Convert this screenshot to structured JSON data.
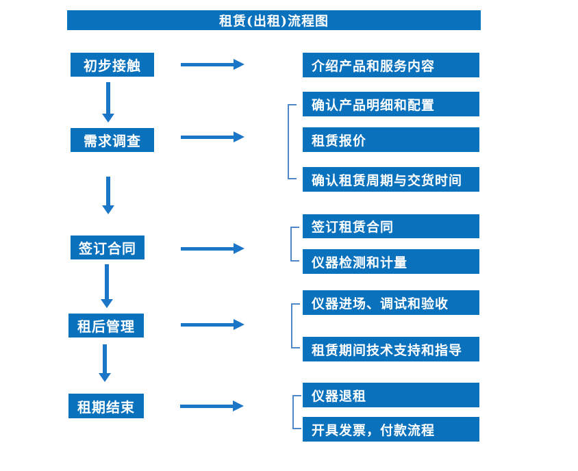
{
  "title": "租赁(出租)流程图",
  "colors": {
    "box_fill": "#0a71bd",
    "arrow": "#1b76c8",
    "bracket": "#4e86c8",
    "text": "#ffffff",
    "background": "#ffffff"
  },
  "flow": {
    "stages": [
      {
        "label": "初步接触",
        "outputs": [
          "介绍产品和服务内容"
        ]
      },
      {
        "label": "需求调查",
        "outputs": [
          "确认产品明细和配置",
          "租赁报价",
          "确认租赁周期与交货时间"
        ]
      },
      {
        "label": "签订合同",
        "outputs": [
          "签订租赁合同",
          "仪器检测和计量"
        ]
      },
      {
        "label": "租后管理",
        "outputs": [
          "仪器进场、调试和验收",
          "租赁期间技术支持和指导"
        ]
      },
      {
        "label": "租期结束",
        "outputs": [
          "仪器退租",
          "开具发票，付款流程"
        ]
      }
    ]
  }
}
